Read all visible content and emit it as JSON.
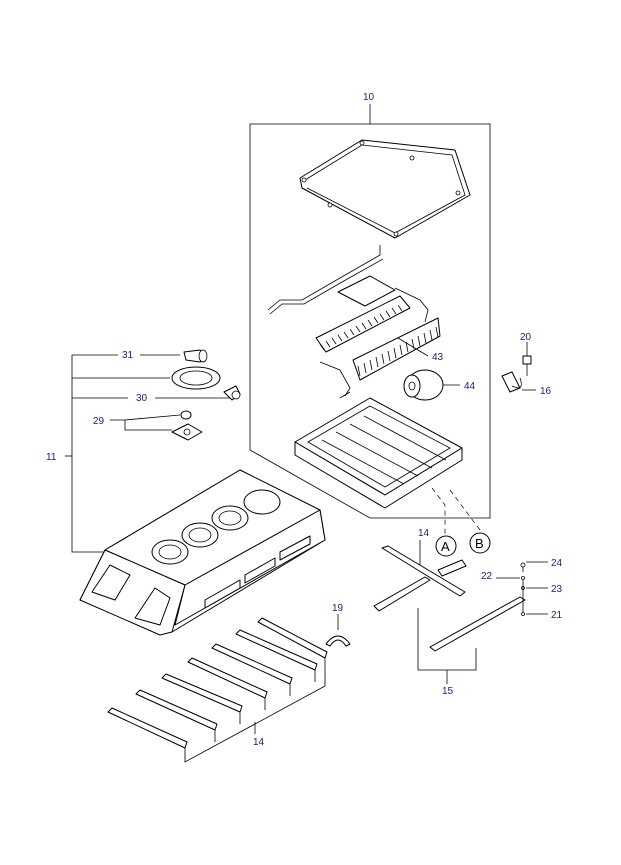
{
  "labels": {
    "l10": "10",
    "l31": "31",
    "l30": "30",
    "l29": "29",
    "l11": "11",
    "l43": "43",
    "l44": "44",
    "l20": "20",
    "l16": "16",
    "l14a": "14",
    "l14b": "14",
    "la": "A",
    "lb": "B",
    "l24": "24",
    "l22": "22",
    "l23": "23",
    "l21": "21",
    "l19": "19",
    "l15": "15"
  },
  "colors": {
    "label": "#1a1a8c",
    "line": "#000000"
  }
}
